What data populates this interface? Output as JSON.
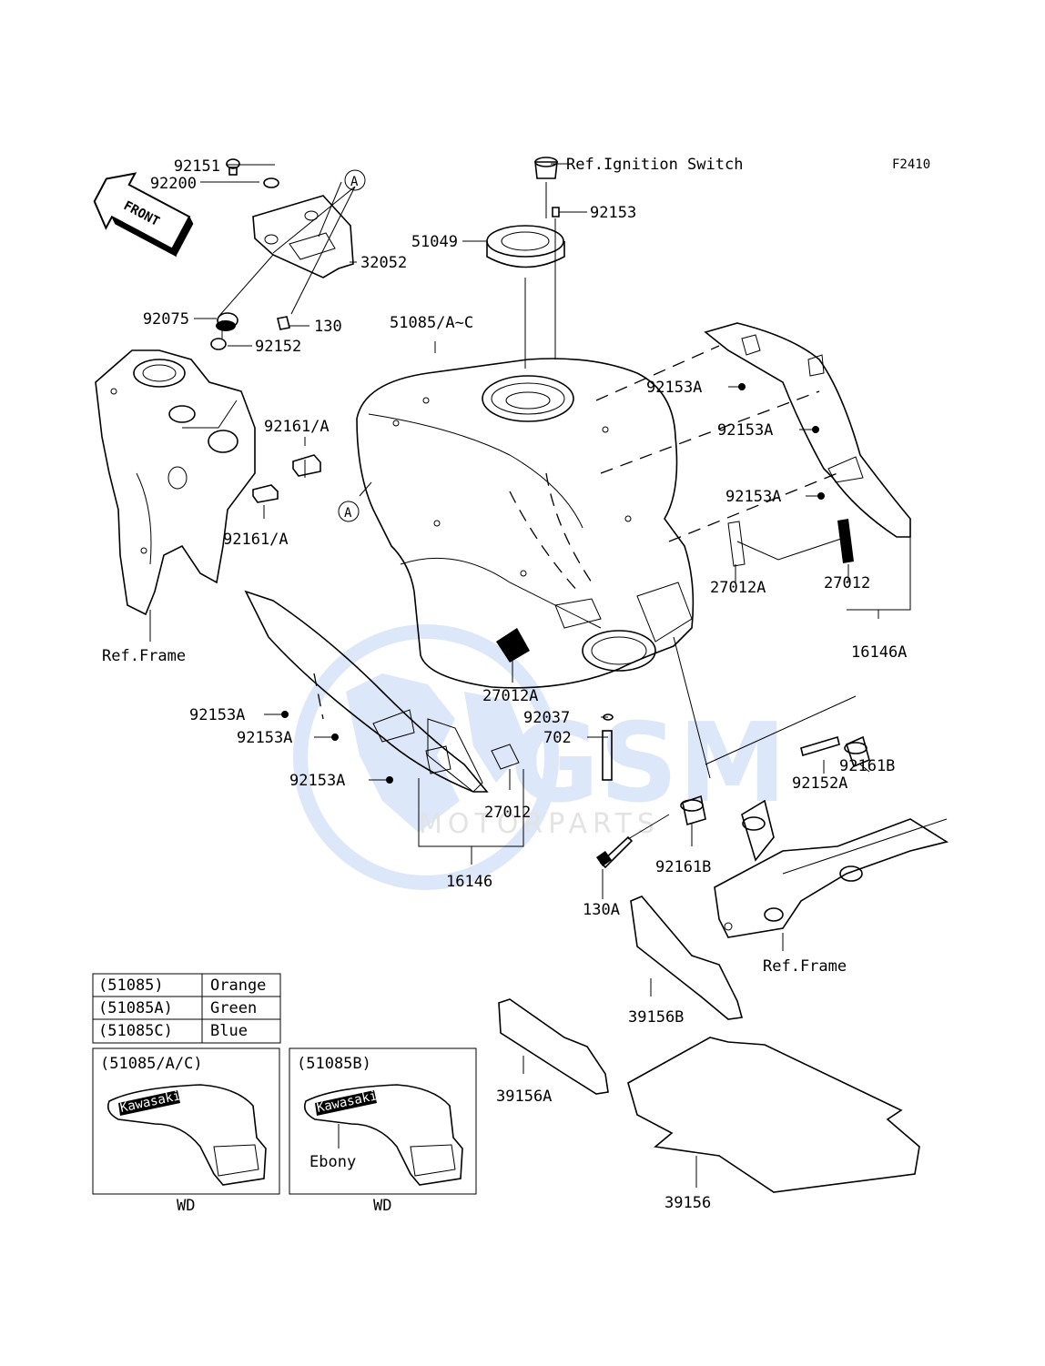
{
  "figure_code": "F2410",
  "front_label": "FRONT",
  "callouts": {
    "p92151": "92151",
    "p92200": "92200",
    "pA_top": "A",
    "p32052": "32052",
    "p92075": "92075",
    "p130": "130",
    "p92152": "92152",
    "ref_ignition": "Ref.Ignition Switch",
    "p92153": "92153",
    "p51049": "51049",
    "p51085": "51085/A~C",
    "p92161_a1": "92161/A",
    "p92161_a2": "92161/A",
    "pA_mid": "A",
    "ref_frame_left": "Ref.Frame",
    "p92153A_r1": "92153A",
    "p92153A_r2": "92153A",
    "p92153A_r3": "92153A",
    "p27012A_r": "27012A",
    "p27012_r": "27012",
    "p16146A": "16146A",
    "p92153A_l1": "92153A",
    "p92153A_l2": "92153A",
    "p92153A_l3": "92153A",
    "p27012A_c": "27012A",
    "p92037": "92037",
    "p702": "702",
    "p27012_c": "27012",
    "p16146": "16146",
    "p92161B_r": "92161B",
    "p92152A": "92152A",
    "p92161B_c": "92161B",
    "p130A": "130A",
    "ref_frame_right": "Ref.Frame",
    "p39156B": "39156B",
    "p39156A": "39156A",
    "p39156": "39156"
  },
  "color_table": [
    {
      "code": "(51085)",
      "color": "Orange"
    },
    {
      "code": "(51085A)",
      "color": "Green"
    },
    {
      "code": "(51085C)",
      "color": "Blue"
    }
  ],
  "insets": [
    {
      "title": "(51085/A/C)",
      "note": "",
      "caption": "WD",
      "brand": "Kawasaki"
    },
    {
      "title": "(51085B)",
      "note": "Ebony",
      "caption": "WD",
      "brand": "Kawasaki"
    }
  ],
  "watermark": {
    "brand": "GSM",
    "sub": "MOTORPARTS",
    "color": "#2a6fdb"
  }
}
